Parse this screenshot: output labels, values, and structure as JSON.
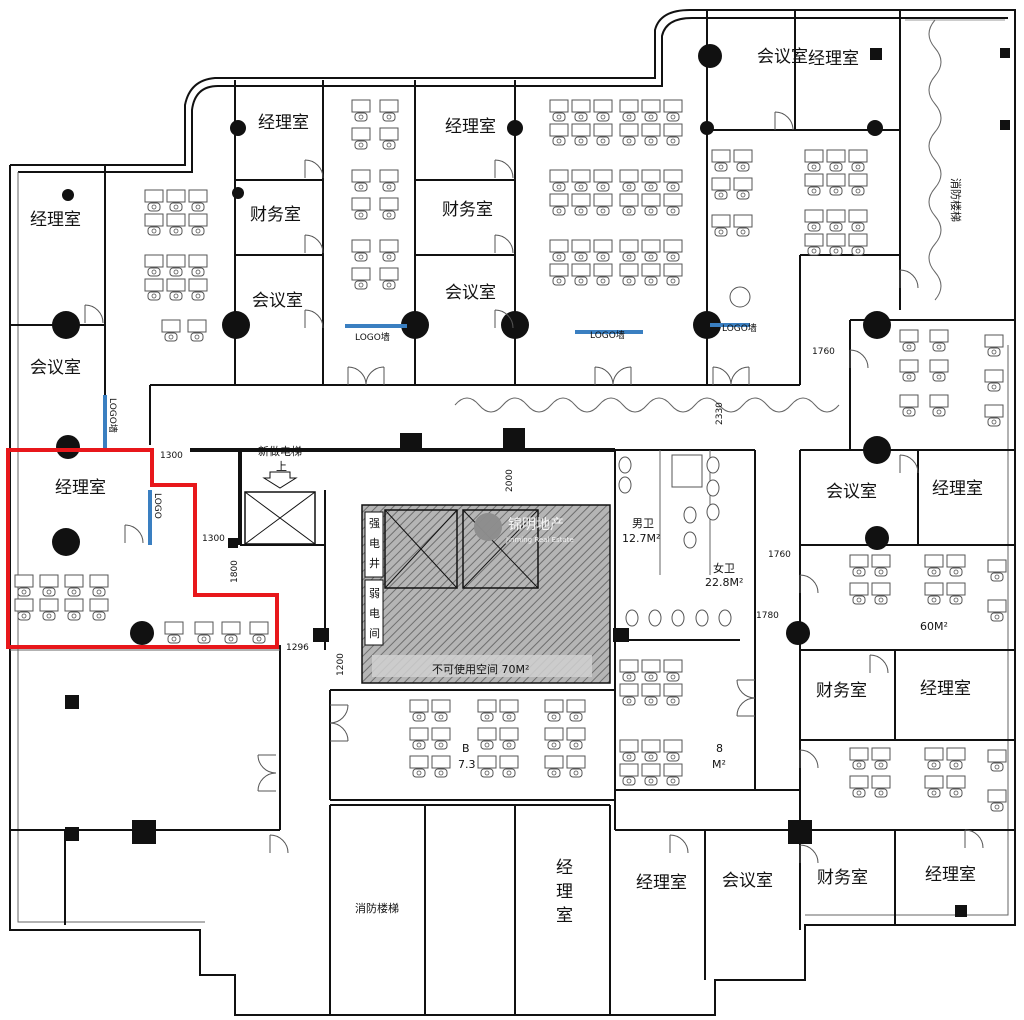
{
  "rooms": {
    "manager": "经理室",
    "meeting": "会议室",
    "finance": "财务室",
    "fire_stair": "消防楼梯",
    "new_elevator": "新做电梯",
    "up": "上",
    "male_wc": "男卫",
    "male_wc_area": "12.7M²",
    "female_wc": "女卫",
    "female_wc_area": "22.8M²",
    "area_60": "60M²",
    "unusable": "不可使用空间 70M²",
    "strong_weak_1": "强",
    "strong_weak_2": "电",
    "strong_weak_3": "井",
    "strong_weak_4": "弱",
    "strong_weak_5": "电",
    "strong_weak_6": "间",
    "vertical_manager_1": "经",
    "vertical_manager_2": "理",
    "vertical_manager_3": "室",
    "area_b": "B",
    "area_b2": "7.3",
    "area_8": "8",
    "area_m2": "M²"
  },
  "logo_wall": "LOGO墙",
  "logo_wall_short": "LOGO",
  "watermark": {
    "cn": "锦明地产",
    "en": "Jinming Real Estate"
  },
  "dimensions": {
    "d1760": "1760",
    "d2330": "2330",
    "d1300": "1300",
    "d2000": "2000",
    "d1800": "1800",
    "d1296": "1296",
    "d1200": "1200",
    "d1780": "1780"
  },
  "colors": {
    "highlight": "#e8171b",
    "logo_blue": "#3a7fc1",
    "hatch": "#8a8a8a"
  }
}
